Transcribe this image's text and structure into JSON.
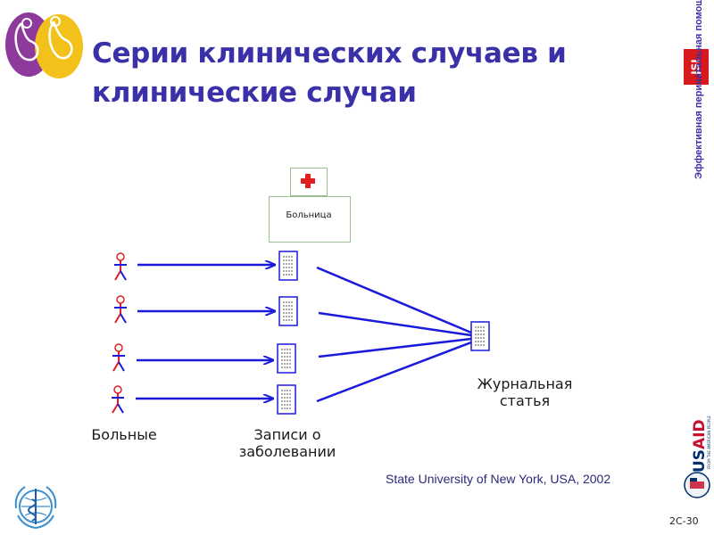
{
  "slide": {
    "title": "Серии клинических случаев и клинические случаи",
    "side_text": "Эффективная перинатальная помощь и уход (ЭПУ)",
    "source": "State University of New York, USA, 2002",
    "page_number": "2C-30"
  },
  "diagram": {
    "hospital_label": "Больница",
    "patients_label": "Больные",
    "records_label": "Записи о заболевании",
    "article_label": "Журнальная статья"
  },
  "logos": {
    "usaid_text": "USAID",
    "usaid_tagline": "FROM THE AMERICAN PEOPLE",
    "jsi_text": "JSI"
  },
  "colors": {
    "title": "#3a30a8",
    "arrow": "#1a1adb",
    "figure_red": "#e02020",
    "figure_blue": "#1a1adb",
    "usaid_red": "#c8102e",
    "usaid_blue": "#002f6c",
    "who_blue": "#3a8fd1"
  }
}
